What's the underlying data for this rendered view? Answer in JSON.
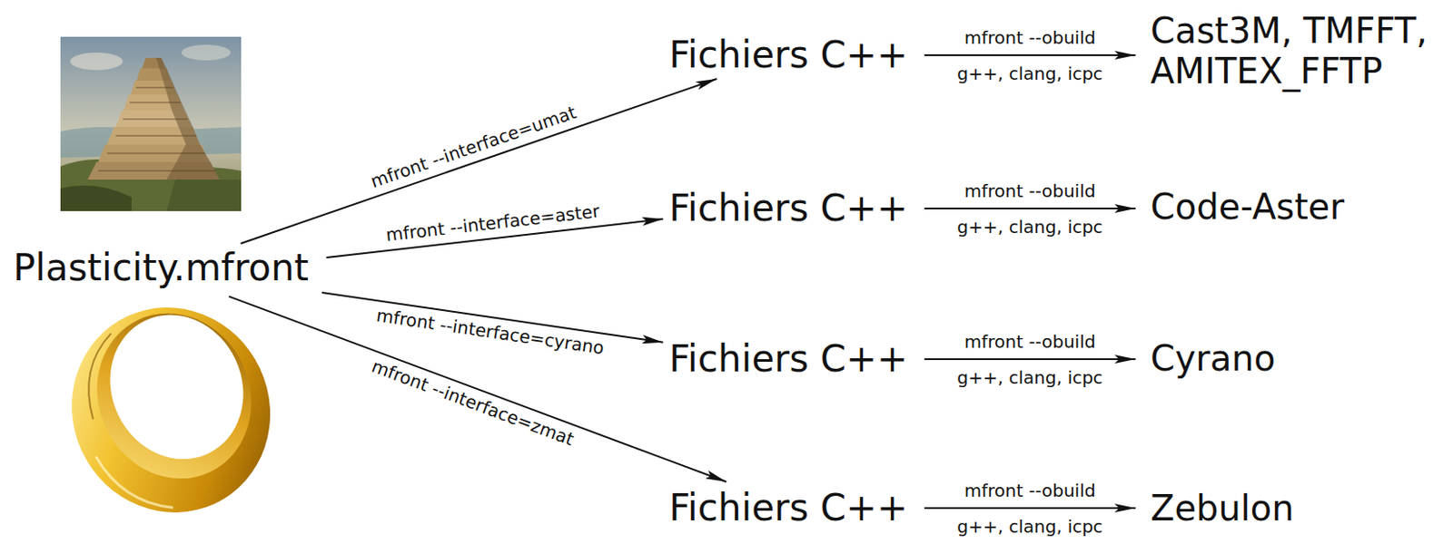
{
  "diagram": {
    "nodes": [
      {
        "text": [
          "Plasticity.mfront"
        ]
      },
      {
        "text": [
          "Fichiers C++"
        ]
      },
      {
        "text": [
          "Cast3M, TMFFT, AMITEX_FFTP"
        ]
      },
      {
        "text": [
          "Fichiers C++"
        ]
      },
      {
        "text": [
          "Code-Aster"
        ]
      },
      {
        "text": [
          "Fichiers C++"
        ]
      },
      {
        "text": [
          "Cyrano"
        ]
      },
      {
        "text": [
          "Fichiers C++"
        ]
      },
      {
        "text": [
          "Zebulon"
        ]
      }
    ],
    "edges": [
      {
        "from": 0,
        "to": 1,
        "label": "mfront --interface=umat",
        "arrow": "to"
      },
      {
        "from": 0,
        "to": 3,
        "label": "mfront --interface=aster",
        "arrow": "to"
      },
      {
        "from": 0,
        "to": 5,
        "label": "mfront --interface=cyrano",
        "arrow": "to"
      },
      {
        "from": 0,
        "to": 7,
        "label": "mfront --interface=zmat",
        "arrow": "to"
      },
      {
        "from": 1,
        "to": 2,
        "label": "mfront --obuild",
        "arrow": "to"
      },
      {
        "from": 3,
        "to": 4,
        "label": "mfront --obuild",
        "arrow": "to"
      },
      {
        "from": 5,
        "to": 6,
        "label": "mfront --obuild",
        "arrow": "to"
      },
      {
        "from": 7,
        "to": 8,
        "label": "mfront --obuild",
        "arrow": "to"
      }
    ],
    "labels": [
      "g++, clang, icpc",
      "g++, clang, icpc",
      "g++, clang, icpc",
      "g++, clang, icpc"
    ]
  }
}
